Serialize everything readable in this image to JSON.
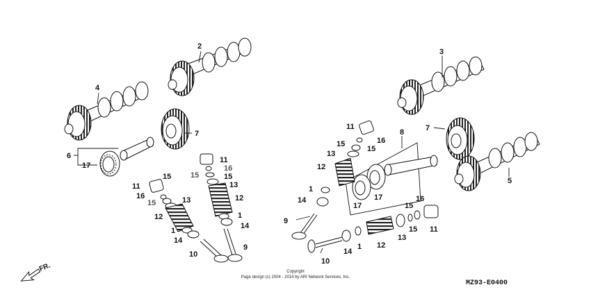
{
  "callouts": [
    {
      "text": "2"
    },
    {
      "text": "4"
    },
    {
      "text": "7"
    },
    {
      "text": "6"
    },
    {
      "text": "17"
    },
    {
      "text": "11"
    },
    {
      "text": "16"
    },
    {
      "text": "15"
    },
    {
      "text": "15"
    },
    {
      "text": "13"
    },
    {
      "text": "12"
    },
    {
      "text": "1"
    },
    {
      "text": "14"
    },
    {
      "text": "10"
    },
    {
      "text": "11"
    },
    {
      "text": "16"
    },
    {
      "text": "15"
    },
    {
      "text": "15"
    },
    {
      "text": "13"
    },
    {
      "text": "12"
    },
    {
      "text": "1"
    },
    {
      "text": "14"
    },
    {
      "text": "9"
    },
    {
      "text": "3"
    },
    {
      "text": "7"
    },
    {
      "text": "5"
    },
    {
      "text": "8"
    },
    {
      "text": "11"
    },
    {
      "text": "16"
    },
    {
      "text": "15"
    },
    {
      "text": "15"
    },
    {
      "text": "13"
    },
    {
      "text": "12"
    },
    {
      "text": "1"
    },
    {
      "text": "14"
    },
    {
      "text": "17"
    },
    {
      "text": "17"
    },
    {
      "text": "9"
    },
    {
      "text": "10"
    },
    {
      "text": "14"
    },
    {
      "text": "1"
    },
    {
      "text": "12"
    },
    {
      "text": "13"
    },
    {
      "text": "15"
    },
    {
      "text": "16"
    },
    {
      "text": "15"
    },
    {
      "text": "11"
    }
  ],
  "footer": {
    "copyright_line1": "Copyright",
    "copyright_line2": "Page design (c) 2004 - 2014 by ARI Network Services, Inc.",
    "diagram_code": "MZ93-E0400",
    "direction_label": "FR."
  },
  "colors": {
    "ink": "#111111",
    "paper": "#ffffff",
    "shade": "#9a9a9a"
  }
}
